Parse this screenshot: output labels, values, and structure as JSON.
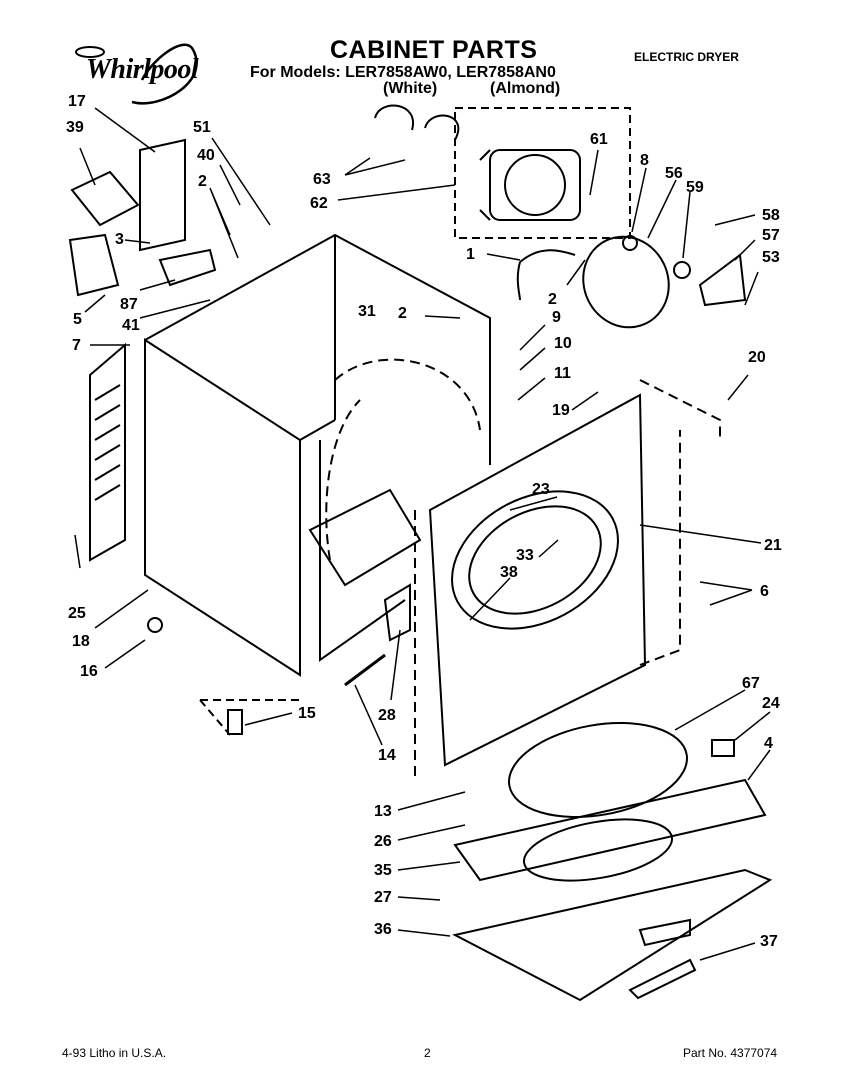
{
  "header": {
    "brand": "Whirlpool",
    "title": "CABINET PARTS",
    "models": "For Models: LER7858AW0,  LER7858AN0",
    "variant_white": "(White)",
    "variant_almond": "(Almond)",
    "product_type": "ELECTRIC DRYER"
  },
  "callouts": [
    {
      "id": "c17",
      "text": "17"
    },
    {
      "id": "c39",
      "text": "39"
    },
    {
      "id": "c51",
      "text": "51"
    },
    {
      "id": "c40",
      "text": "40"
    },
    {
      "id": "c2a",
      "text": "2"
    },
    {
      "id": "c3",
      "text": "3"
    },
    {
      "id": "c87",
      "text": "87"
    },
    {
      "id": "c5",
      "text": "5"
    },
    {
      "id": "c41",
      "text": "41"
    },
    {
      "id": "c7",
      "text": "7"
    },
    {
      "id": "c63",
      "text": "63"
    },
    {
      "id": "c62",
      "text": "62"
    },
    {
      "id": "c61",
      "text": "61"
    },
    {
      "id": "c8",
      "text": "8"
    },
    {
      "id": "c56",
      "text": "56"
    },
    {
      "id": "c59",
      "text": "59"
    },
    {
      "id": "c58",
      "text": "58"
    },
    {
      "id": "c57",
      "text": "57"
    },
    {
      "id": "c53",
      "text": "53"
    },
    {
      "id": "c1",
      "text": "1"
    },
    {
      "id": "c2b",
      "text": "2"
    },
    {
      "id": "c31",
      "text": "31"
    },
    {
      "id": "c2c",
      "text": "2"
    },
    {
      "id": "c9",
      "text": "9"
    },
    {
      "id": "c10",
      "text": "10"
    },
    {
      "id": "c11",
      "text": "11"
    },
    {
      "id": "c19",
      "text": "19"
    },
    {
      "id": "c20",
      "text": "20"
    },
    {
      "id": "c23",
      "text": "23"
    },
    {
      "id": "c21",
      "text": "21"
    },
    {
      "id": "c33",
      "text": "33"
    },
    {
      "id": "c38",
      "text": "38"
    },
    {
      "id": "c6",
      "text": "6"
    },
    {
      "id": "c25",
      "text": "25"
    },
    {
      "id": "c18",
      "text": "18"
    },
    {
      "id": "c16",
      "text": "16"
    },
    {
      "id": "c15",
      "text": "15"
    },
    {
      "id": "c28",
      "text": "28"
    },
    {
      "id": "c14",
      "text": "14"
    },
    {
      "id": "c67",
      "text": "67"
    },
    {
      "id": "c24",
      "text": "24"
    },
    {
      "id": "c4",
      "text": "4"
    },
    {
      "id": "c13",
      "text": "13"
    },
    {
      "id": "c26",
      "text": "26"
    },
    {
      "id": "c35",
      "text": "35"
    },
    {
      "id": "c27",
      "text": "27"
    },
    {
      "id": "c36",
      "text": "36"
    },
    {
      "id": "c37",
      "text": "37"
    }
  ],
  "footer": {
    "print_info": "4-93  Litho in U.S.A.",
    "page_number": "2",
    "part_number": "Part No. 4377074"
  }
}
